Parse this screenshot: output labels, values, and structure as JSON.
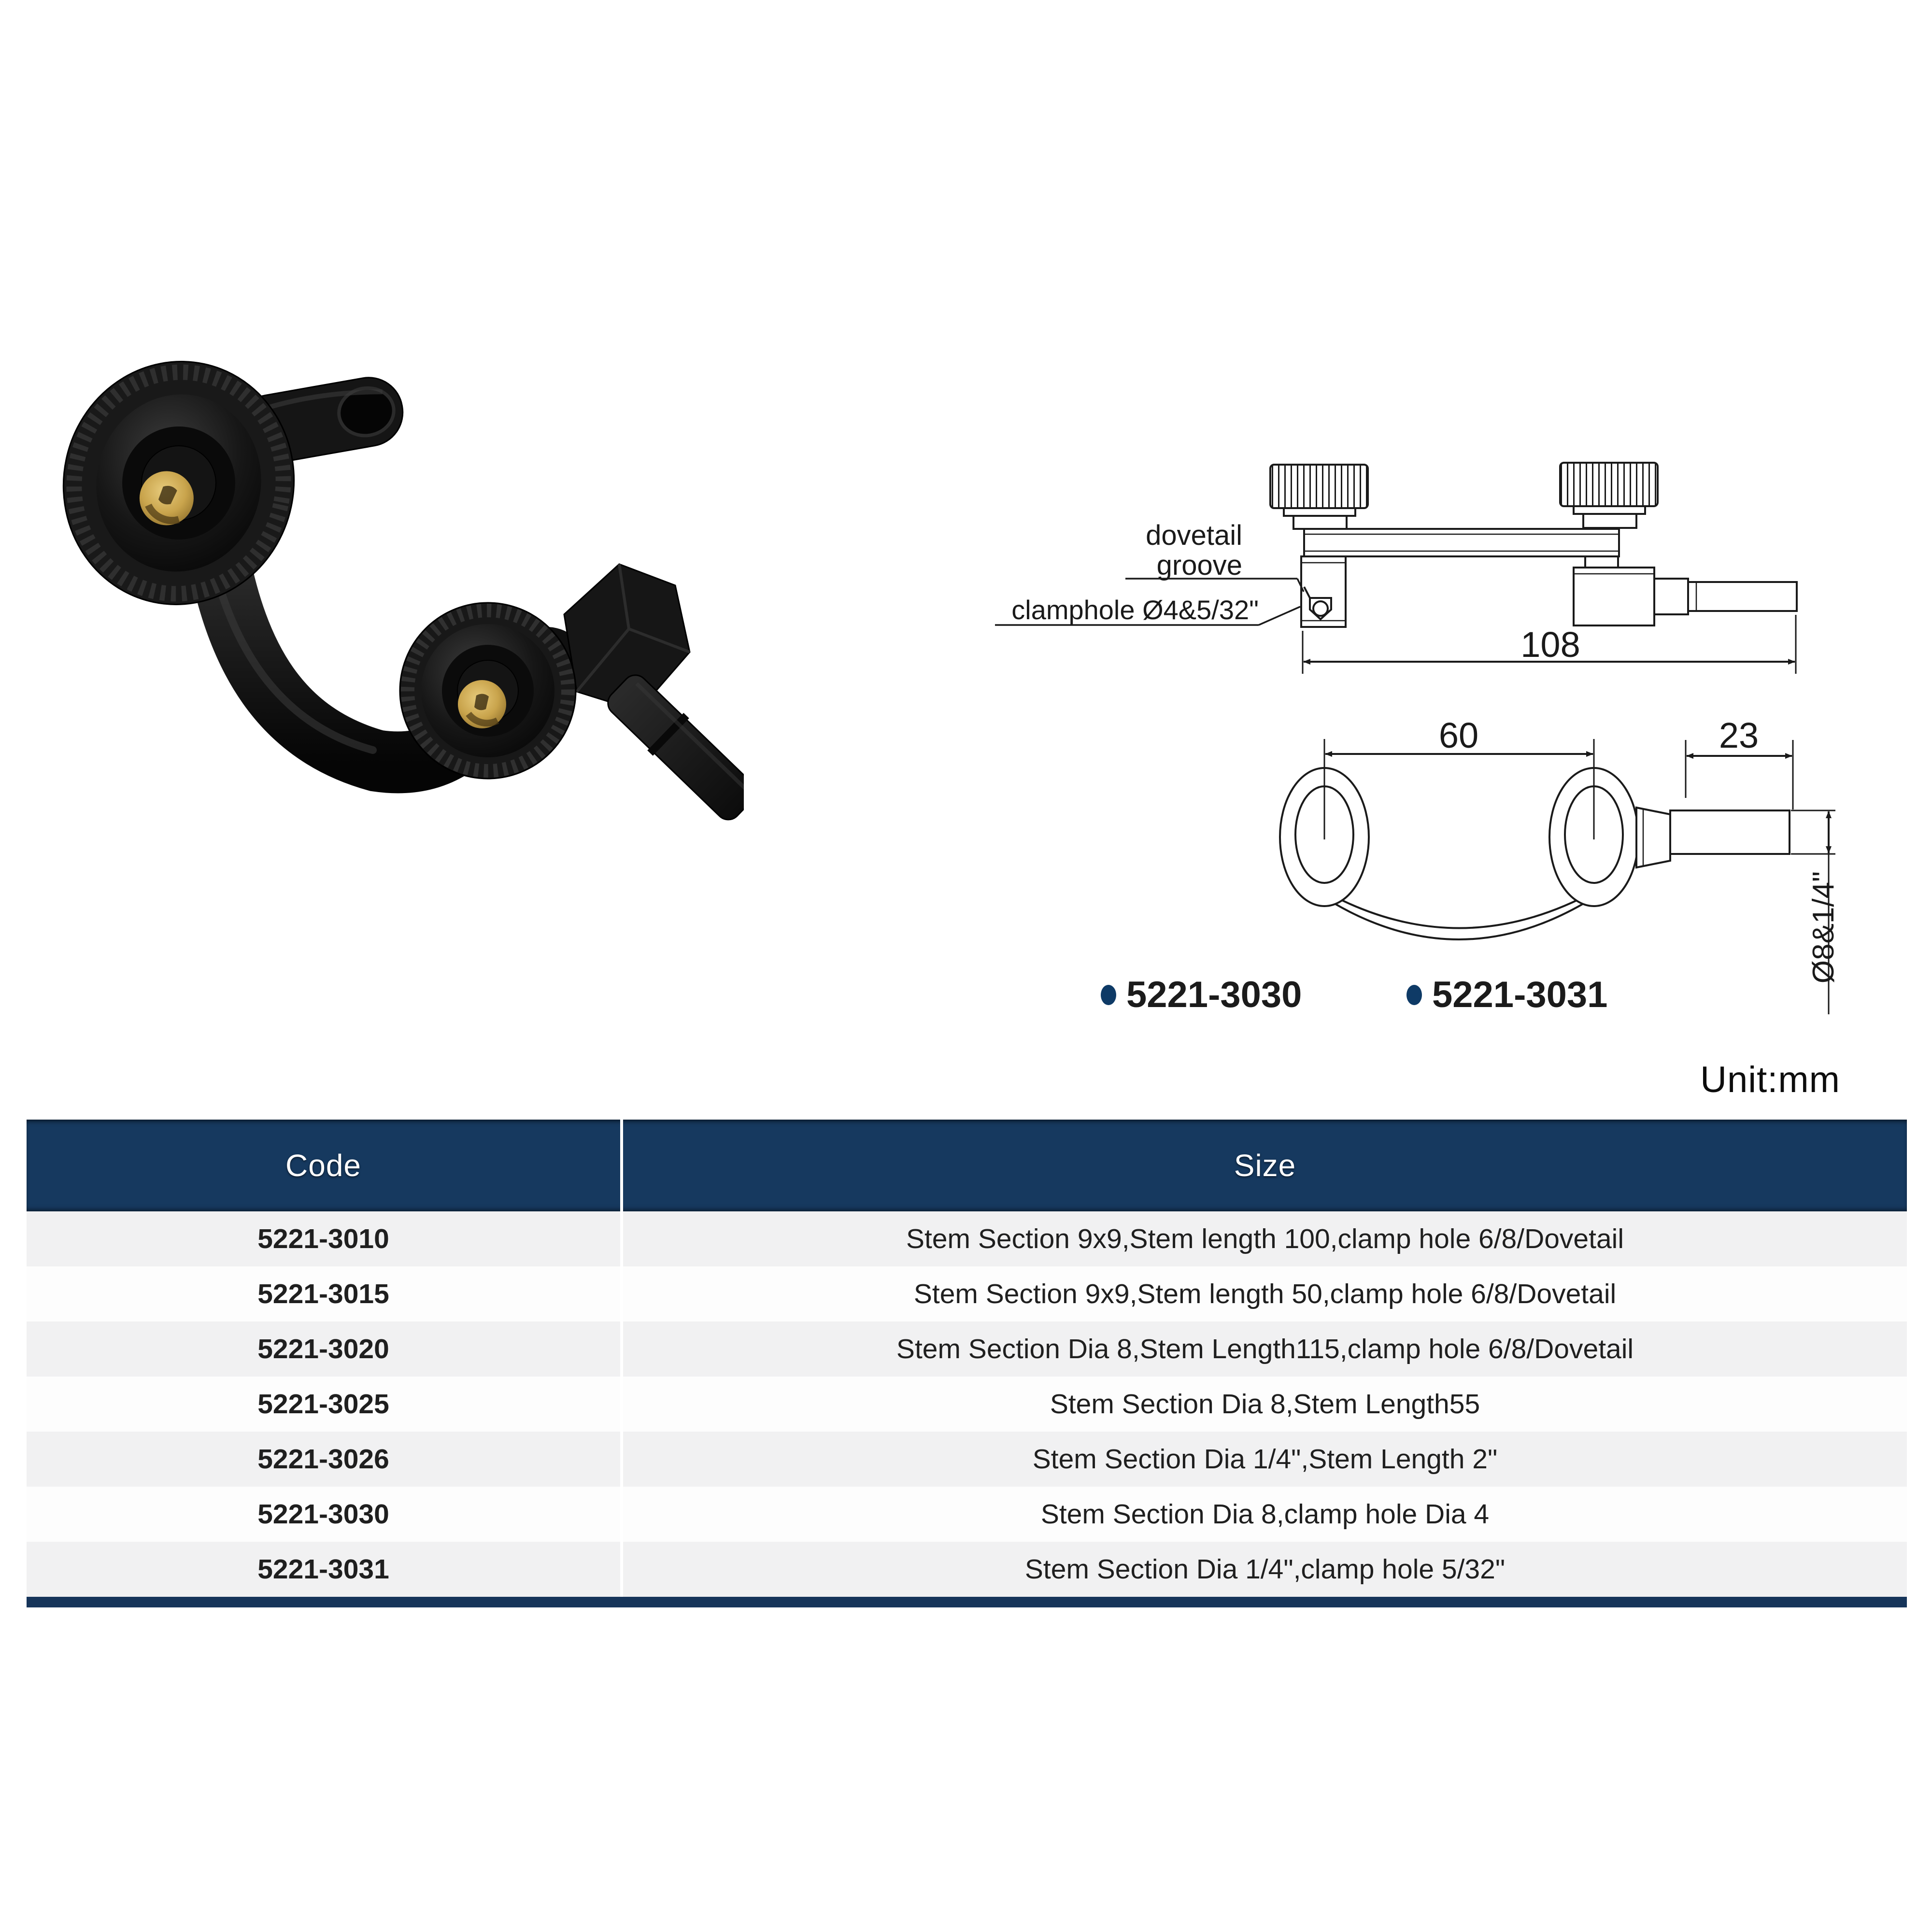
{
  "page": {
    "unit_label": "Unit:mm"
  },
  "theme": {
    "header_bg": "#16395f",
    "header_text": "#ffffff",
    "row_alt": "#f1f1f2",
    "row_main": "#fdfdfd",
    "accent_navy": "#10375e",
    "drawing_line": "#1a1a1a",
    "brass": "#c9a44c"
  },
  "photo": {
    "description": "Black swan-neck indicator holder with two knurled clamp knobs with brass inserts, hex body and round stem"
  },
  "diagram": {
    "labels": {
      "dovetail_line1": "dovetail",
      "dovetail_line2": "groove",
      "clamphole": "clamphole Ø4&5/32\"",
      "dim_length": "108",
      "dim_span": "60",
      "dim_stem": "23",
      "dim_dia": "Ø8&1/4\""
    },
    "variants": [
      {
        "code": "5221-3030"
      },
      {
        "code": "5221-3031"
      }
    ]
  },
  "table": {
    "headers": [
      "Code",
      "Size"
    ],
    "rows": [
      {
        "code": "5221-3010",
        "size": "Stem Section 9x9,Stem length 100,clamp hole 6/8/Dovetail"
      },
      {
        "code": "5221-3015",
        "size": "Stem Section 9x9,Stem length 50,clamp hole 6/8/Dovetail"
      },
      {
        "code": "5221-3020",
        "size": "Stem Section Dia 8,Stem Length115,clamp hole 6/8/Dovetail"
      },
      {
        "code": "5221-3025",
        "size": "Stem Section Dia 8,Stem Length55"
      },
      {
        "code": "5221-3026",
        "size": "Stem Section Dia 1/4\",Stem Length 2\""
      },
      {
        "code": "5221-3030",
        "size": "Stem Section Dia 8,clamp hole Dia 4"
      },
      {
        "code": "5221-3031",
        "size": "Stem Section Dia 1/4\",clamp hole 5/32\""
      }
    ]
  }
}
